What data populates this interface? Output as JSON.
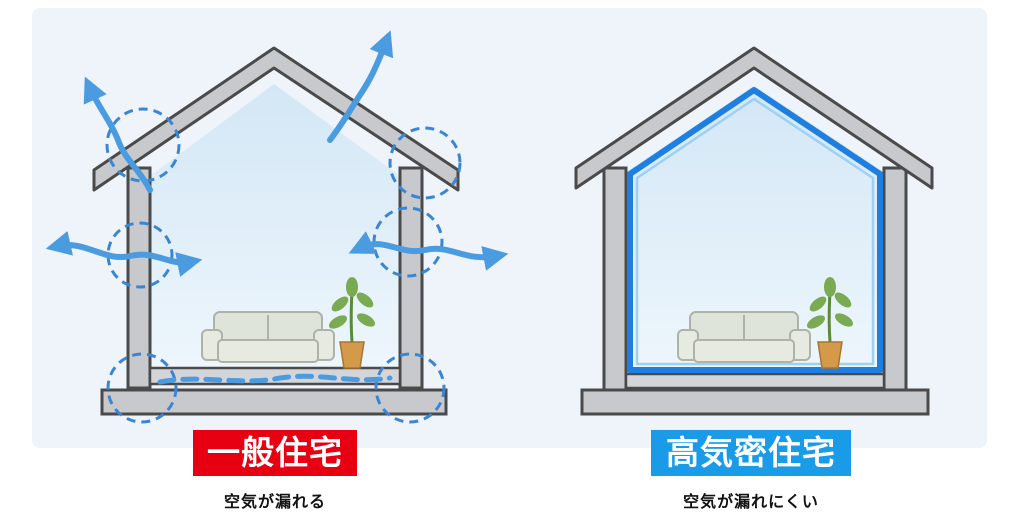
{
  "colors": {
    "background": "#eef4fa",
    "wall": "#c8c9cc",
    "wall_outline": "#4a4a4a",
    "interior": "#dcecf7",
    "seal": "#1f7fe0",
    "air_flow": "#4a9be0",
    "leak_circle": "#3a86d4",
    "sofa": "#dfe4da",
    "plant_leaf": "#7aaa52",
    "plant_pot": "#d49a4a",
    "label_general": "#e60012",
    "label_airtight": "#1a9be8"
  },
  "left_house": {
    "label": "一般住宅",
    "caption": "空気が漏れる",
    "icons": [
      "air-leak-arrow-icon",
      "leak-point-circle-icon",
      "sofa-icon",
      "potted-plant-icon"
    ]
  },
  "right_house": {
    "label": "高気密住宅",
    "caption": "空気が漏れにくい",
    "icons": [
      "airtight-seal-line-icon",
      "sofa-icon",
      "potted-plant-icon"
    ]
  }
}
